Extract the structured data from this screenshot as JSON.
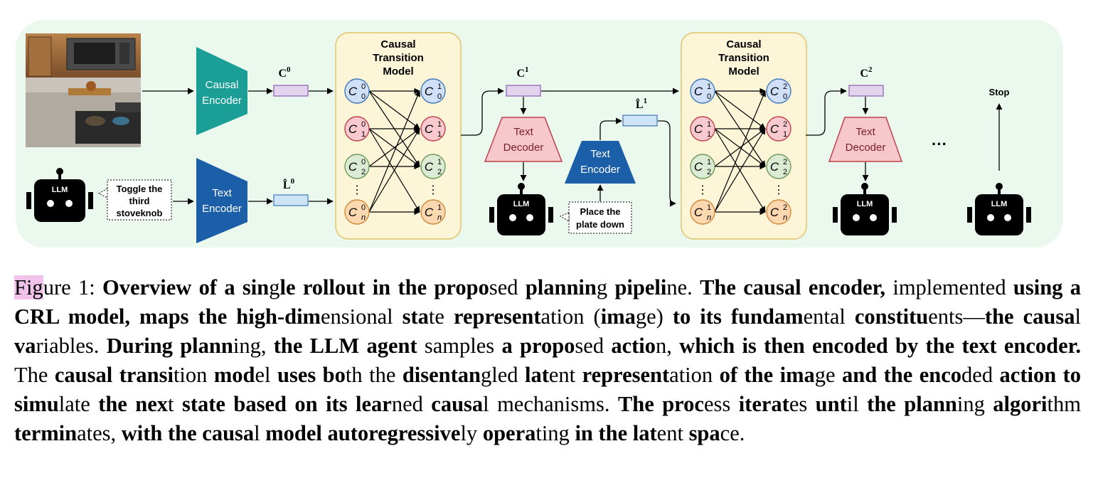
{
  "diagram": {
    "encoders": {
      "causal": [
        "Causal",
        "Encoder"
      ],
      "text1": [
        "Text",
        "Encoder"
      ],
      "text2": [
        "Text",
        "Encoder"
      ]
    },
    "decoders": {
      "d1": [
        "Text",
        "Decoder"
      ],
      "d2": [
        "Text",
        "Decoder"
      ]
    },
    "transition_title": [
      "Causal",
      "Transition",
      "Model"
    ],
    "llm_label": "LLM",
    "instructions": {
      "first": [
        "Toggle the",
        "third",
        "stoveknob"
      ],
      "second": [
        "Place the",
        "plate down"
      ]
    },
    "latents": {
      "c0": "C",
      "c0_sup": "0",
      "l0": "L̂",
      "l0_sup": "0",
      "c1": "C",
      "c1_sup": "1",
      "l1": "L̂",
      "l1_sup": "1",
      "c2": "C",
      "c2_sup": "2"
    },
    "node_letter": "C",
    "node_subs": [
      "0",
      "1",
      "2",
      "n"
    ],
    "vdots": "⋮",
    "ellipsis": "···",
    "stop_label": "Stop",
    "colors": {
      "panel_bg": "#eaf8ed",
      "causal_encoder": "#1a9e96",
      "text_encoder": "#1a5fa8",
      "decoder_fill": "#f6c8cc",
      "decoder_stroke": "#c0414c",
      "transition_fill": "#fdf5d8",
      "transition_stroke": "#e2c56a",
      "node_blue": "#cfe0f8",
      "node_red": "#f8c9cf",
      "node_green": "#dcebd4",
      "node_orange": "#fcd8b0"
    }
  },
  "caption": {
    "label_hl": "Fig",
    "label_b2": "u",
    "label_rest": "re 1:",
    "text": [
      {
        "b": "Overview of a sin"
      },
      {
        "t": "g"
      },
      {
        "b": "le rollout in the propo"
      },
      {
        "t": "sed "
      },
      {
        "b": "plannin"
      },
      {
        "t": "g "
      },
      {
        "b": "pipeli"
      },
      {
        "t": "ne. "
      },
      {
        "b": "The causal encoder, "
      },
      {
        "t": "implemented "
      },
      {
        "b": "using a CRL model, maps the high-dim"
      },
      {
        "t": "ensional "
      },
      {
        "b": "sta"
      },
      {
        "t": "te "
      },
      {
        "b": "represent"
      },
      {
        "t": "ation ("
      },
      {
        "b": "ima"
      },
      {
        "t": "ge) "
      },
      {
        "b": "to its "
      },
      {
        "b": "fundam"
      },
      {
        "t": "ental "
      },
      {
        "b": "constitu"
      },
      {
        "t": "ents—"
      },
      {
        "b": "the causa"
      },
      {
        "t": "l "
      },
      {
        "b": "va"
      },
      {
        "t": "riables. "
      },
      {
        "b": "During plann"
      },
      {
        "t": "ing, "
      },
      {
        "b": "the LLM agent "
      },
      {
        "t": "samples "
      },
      {
        "b": "a propo"
      },
      {
        "t": "sed "
      },
      {
        "b": "actio"
      },
      {
        "t": "n, "
      },
      {
        "b": "which is then encoded by the text encoder. "
      },
      {
        "t": "The "
      },
      {
        "b": "causal transi"
      },
      {
        "t": "tion "
      },
      {
        "b": "mod"
      },
      {
        "t": "el "
      },
      {
        "b": "uses bo"
      },
      {
        "t": "th the "
      },
      {
        "b": "disentan"
      },
      {
        "t": "gled "
      },
      {
        "b": "lat"
      },
      {
        "t": "ent "
      },
      {
        "b": "represent"
      },
      {
        "t": "ation "
      },
      {
        "b": "of the ima"
      },
      {
        "t": "ge "
      },
      {
        "b": "and the enco"
      },
      {
        "t": "ded "
      },
      {
        "b": "action to simu"
      },
      {
        "t": "late "
      },
      {
        "b": "the nex"
      },
      {
        "t": "t "
      },
      {
        "b": "state "
      },
      {
        "b": "based on its lear"
      },
      {
        "t": "ned "
      },
      {
        "b": "causa"
      },
      {
        "t": "l mechanisms. "
      },
      {
        "b": "The proc"
      },
      {
        "t": "ess "
      },
      {
        "b": "iterat"
      },
      {
        "t": "es "
      },
      {
        "b": "unt"
      },
      {
        "t": "il "
      },
      {
        "b": "the plann"
      },
      {
        "t": "ing "
      },
      {
        "b": "algori"
      },
      {
        "t": "thm "
      },
      {
        "b": "termin"
      },
      {
        "t": "ates, "
      },
      {
        "b": "with the causa"
      },
      {
        "t": "l "
      },
      {
        "b": "model autoregressive"
      },
      {
        "t": "ly "
      },
      {
        "b": "opera"
      },
      {
        "t": "ting "
      },
      {
        "b": "in the lat"
      },
      {
        "t": "ent "
      },
      {
        "b": "spa"
      },
      {
        "t": "ce."
      }
    ]
  }
}
